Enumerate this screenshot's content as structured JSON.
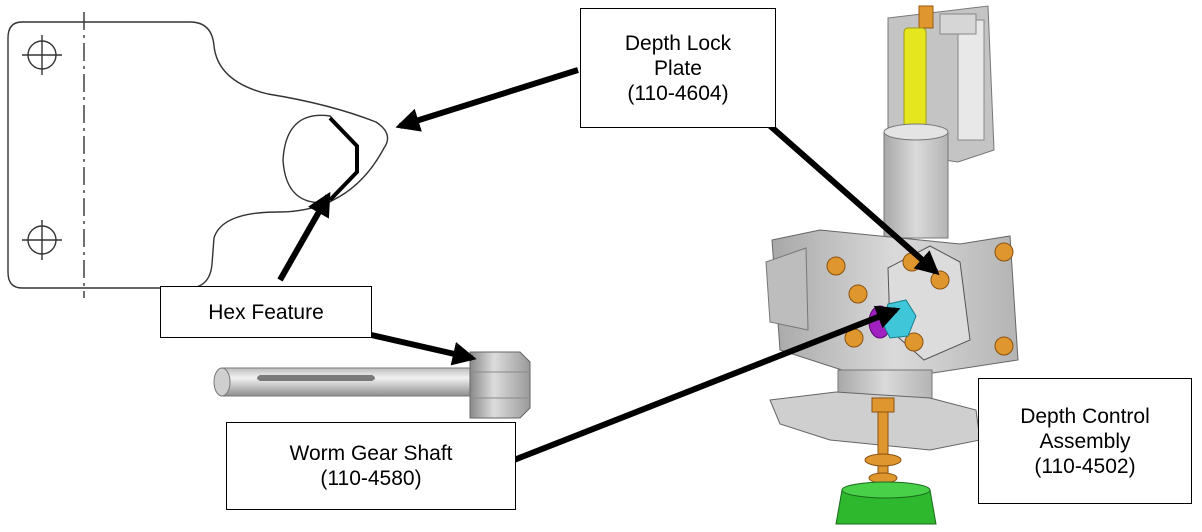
{
  "callouts": {
    "depth_lock_plate": {
      "line1": "Depth Lock",
      "line2": "Plate",
      "part_number": "(110-4604)"
    },
    "hex_feature": {
      "label": "Hex Feature"
    },
    "worm_gear_shaft": {
      "label": "Worm Gear Shaft",
      "part_number": "(110-4580)"
    },
    "depth_control_assembly": {
      "line1": "Depth Control",
      "line2": "Assembly",
      "part_number": "(110-4502)"
    }
  },
  "colors": {
    "metal": "#d2d2d2",
    "metal_dark": "#9c9c9c",
    "bolt": "#e0962e",
    "yellow_rod": "#e6e61e",
    "green_part": "#2eb82e",
    "cyan_hex": "#3fc6d8",
    "purple_part": "#a020c0",
    "arrow": "#000000"
  }
}
